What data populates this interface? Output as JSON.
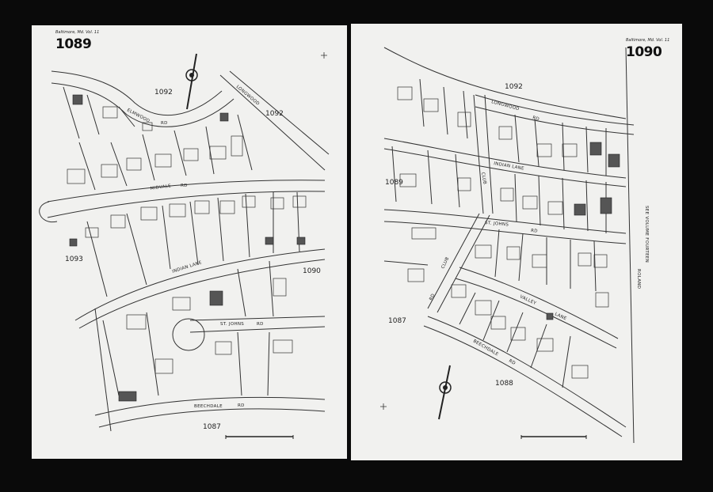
{
  "sheets": {
    "left": {
      "page_number": "1089",
      "caption": "Baltimore, Md. Vol. 11",
      "adjacent_top": "1092",
      "adjacent_top_right": "1092",
      "adjacent_mid_left": "1093",
      "adjacent_mid_right": "1090",
      "adjacent_bottom": "1087",
      "streets": {
        "elmwood": "ELMWOOD",
        "elmwood_rd": "RD",
        "longwood": "LONGWOOD",
        "midvale": "MIDVALE",
        "midvale_rd": "RD",
        "indian_lane": "INDIAN LANE",
        "st_johns": "ST. JOHNS",
        "st_johns_rd": "RD",
        "beechdale": "BEECHDALE",
        "beechdale_rd": "RD"
      }
    },
    "right": {
      "page_number": "1090",
      "caption": "Baltimore, Md. Vol. 11",
      "adjacent_top": "1092",
      "adjacent_mid_left": "1089",
      "adjacent_bottom_left": "1087",
      "adjacent_bottom": "1088",
      "streets": {
        "longwood": "LONGWOOD",
        "longwood_rd": "RD",
        "indian_lane": "INDIAN LANE",
        "club": "CLUB",
        "club_rd": "RD",
        "st_johns": "ST. JOHNS",
        "st_johns_rd": "RD",
        "valley_lane": "VALLEY",
        "lane": "LANE",
        "beechdale": "BEECHDALE",
        "beechdale_rd": "RD",
        "roland": "ROLAND",
        "see_volume_fourteen": "SEE VOLUME FOURTEEN"
      }
    }
  }
}
